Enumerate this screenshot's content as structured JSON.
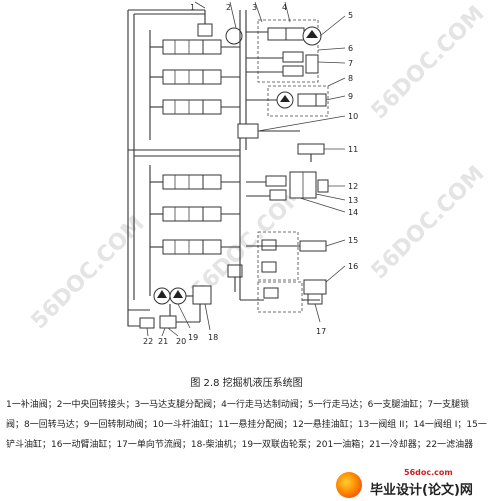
{
  "watermark": "56DOC.COM",
  "caption": "图 2.8   挖掘机液压系统图",
  "legend": "1一补油阀；2一中央回转接头；3一马达支腿分配阀；4一行走马达制动阀；5一行走马达；6一支腿油缸；7一支腿锁阀；8一回转马达；9一回转制动阀；10一斗杆油缸；11一悬挂分配阀；12一悬挂油缸；13一阀组 II；14一阀组 I；15一铲斗油缸；16一动臂油缸；17一单向节流阀；18-柴油机；19一双联齿轮泵；201一油箱；21一冷却器；22一滤油器",
  "brand": {
    "site": "56doc.com",
    "name": "毕业设计(论文)网"
  },
  "labels": {
    "n1": "1",
    "n2": "2",
    "n3": "3",
    "n4": "4",
    "n5": "5",
    "n6": "6",
    "n7": "7",
    "n8": "8",
    "n9": "9",
    "n10": "10",
    "n11": "11",
    "n12": "12",
    "n13": "13",
    "n14": "14",
    "n15": "15",
    "n16": "16",
    "n17": "17",
    "n18": "18",
    "n19": "19",
    "n20": "20",
    "n21": "21",
    "n22": "22"
  }
}
